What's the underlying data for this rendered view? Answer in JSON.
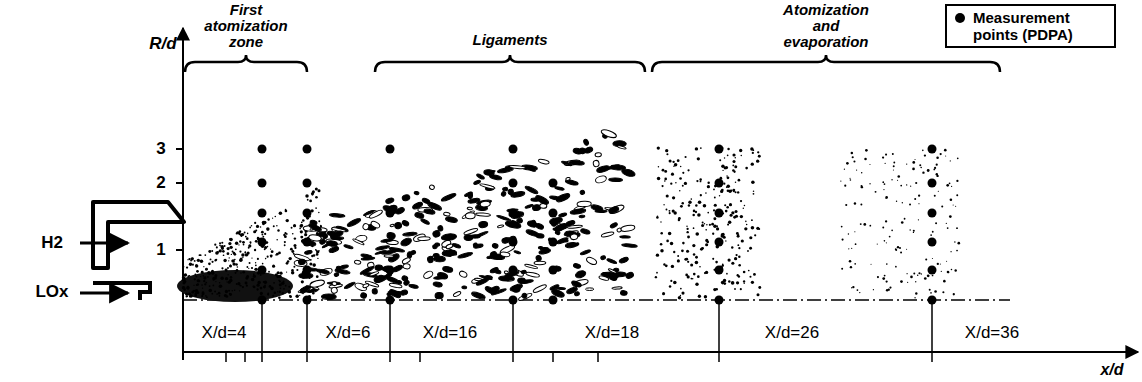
{
  "diagram": {
    "labels": [
      "R/d",
      "3",
      "2",
      "1",
      "H2",
      "LOx",
      "First atomization zone",
      "Ligaments",
      "Atomization and evaporation",
      "X/d=4",
      "X/d=6",
      "X/d=16",
      "X/d=18",
      "X/d=26",
      "X/d=36",
      "x/d"
    ],
    "legend": [
      {
        "text": "Measurement points (PDPA)",
        "color": "#000000"
      }
    ]
  }
}
